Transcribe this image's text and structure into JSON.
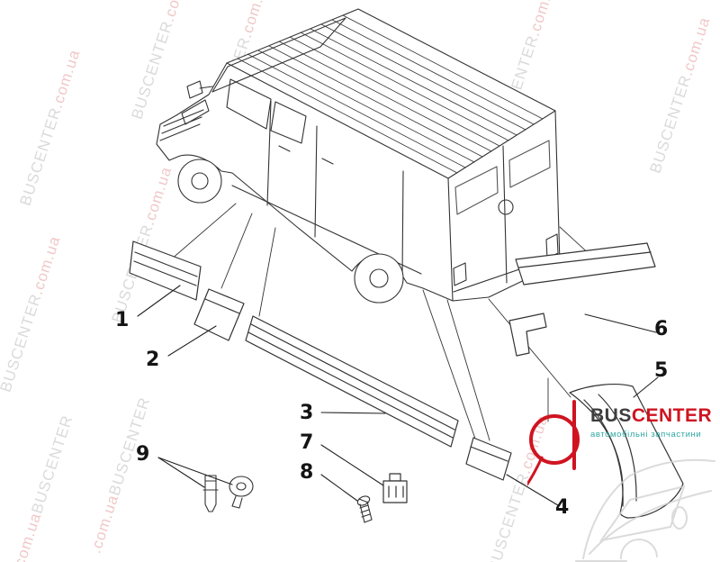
{
  "watermark": {
    "brand": "BUSCENTER",
    "domain": ".com.ua",
    "brand_color": "#bcbcbc",
    "domain_color": "#e49b9b"
  },
  "logo": {
    "bus": "BUS",
    "center": "CENTER",
    "tagline": "автомобільні запчастини",
    "bus_color": "#3d3d3d",
    "center_color": "#cf1420",
    "tagline_color": "#2fa8a2",
    "emblem_color": "#cf1420"
  },
  "diagram": {
    "labels": [
      "1",
      "2",
      "3",
      "4",
      "5",
      "6",
      "7",
      "8",
      "9"
    ]
  }
}
